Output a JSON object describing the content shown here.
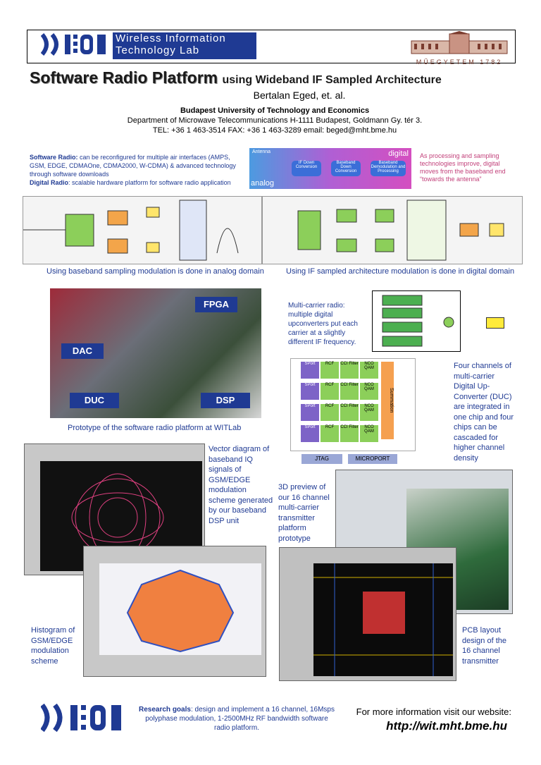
{
  "header": {
    "lab_line1": "Wireless Information",
    "lab_line2": "Technology Lab",
    "univ_caption": "MŰEGYETEM 1782"
  },
  "title": {
    "main": "Software Radio Platform",
    "sub": "using Wideband IF Sampled Architecture",
    "authors": "Bertalan Eged, et. al.",
    "university": "Budapest University of Technology and Economics",
    "department": "Department of Microwave Telecommunications H-1111 Budapest, Goldmann Gy. tér 3.",
    "contact": "TEL: +36 1 463-3514 FAX: +36 1 463-3289  email: beged@mht.bme.hu"
  },
  "intro": {
    "sr_label": "Software Radio:",
    "sr_text": " can be reconfigured for multiple air interfaces (AMPS, GSM, EDGE, CDMAOne, CDMA2000, W-CDMA) & advanced technology through software downloads",
    "dr_label": "Digital Radio",
    "dr_text": ": scalable hardware platform for software radio application",
    "chain_digital": "digital",
    "chain_analog": "analog",
    "chain_antenna": "Antenna",
    "chain_blocks": [
      "IF Down Conversion",
      "Baseband Down Conversion",
      "Baseband Demodulation and Processing"
    ],
    "right_text": "As processing and sampling technologies improve, digital moves from the baseband end “towards the antenna”"
  },
  "captions": {
    "baseband": "Using baseband sampling modulation is done in analog domain",
    "if_sampled": "Using IF sampled architecture modulation is done in digital domain",
    "prototype": "Prototype of the software radio platform at WITLab"
  },
  "photo_labels": {
    "fpga": "FPGA",
    "dac": "DAC",
    "duc": "DUC",
    "dsp": "DSP"
  },
  "multicarrier": {
    "text": "Multi-carrier radio: multiple digital upconverters put each carrier at a slightly different IF frequency."
  },
  "duc_chip": {
    "blocks": [
      "SPort",
      "RCF",
      "CCI Filter",
      "NCO QAM"
    ],
    "summation": "Summation",
    "jtag": "JTAG",
    "microport": "MICROPORT",
    "text": "Four channels of multi-carrier Digital Up-Converter (DUC) are integrated in one chip and four chips can be cascaded for higher channel density"
  },
  "vector_text": "Vector diagram of baseband IQ signals of GSM/EDGE modulation scheme generated by our baseband DSP unit",
  "preview_text": "3D preview of our 16 channel multi-carrier transmitter platform prototype",
  "histogram_text": "Histogram of GSM/EDGE modulation scheme",
  "pcb_text": "PCB layout design of the 16 channel transmitter",
  "footer": {
    "goals_label": "Research goals",
    "goals_text": ": design and implement a 16 channel, 16Msps polyphase modulation, 1-2500MHz RF bandwidth software radio platform.",
    "more_info": "For more information visit our website:",
    "url": "http://wit.mht.bme.hu"
  }
}
